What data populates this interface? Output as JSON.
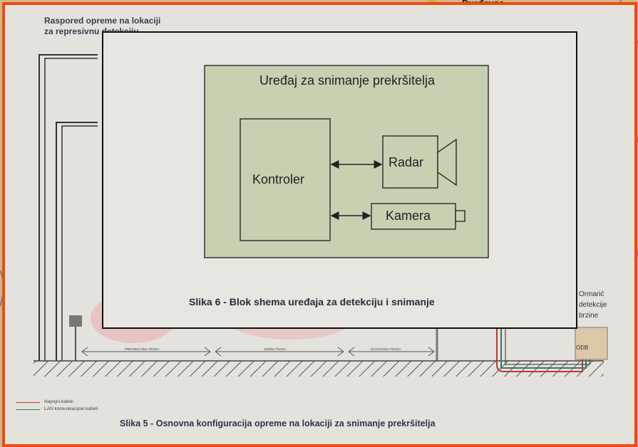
{
  "background_map": {
    "place_label": "Đurđevac"
  },
  "back_figure": {
    "title_lines": [
      "Raspored opreme na lokaciji",
      "za represivnu detekciju"
    ],
    "lanes": [
      "PRETJECAJNA TRAKA",
      "VOZNA TRAKA",
      "ZAUSTAVNA TRAKA"
    ],
    "right_text": [
      "Ormarić",
      "detekcije",
      "brzine"
    ],
    "cabinet_label": "ODB",
    "legend": [
      {
        "label": "Napojni kabeli",
        "color": "#c0392b"
      },
      {
        "label": "LAN komunikacijski kabeli",
        "color": "#2e7d6b"
      }
    ],
    "caption": "Slika 5 - Osnovna konfiguracija opreme na lokaciji za snimanje prekršitelja"
  },
  "block_diagram": {
    "title": "Uređaj za snimanje prekršitelja",
    "controller_label": "Kontroler",
    "radar_label": "Radar",
    "camera_label": "Kamera",
    "caption": "Slika 6 - Blok shema uređaja za detekciju i snimanje"
  },
  "colors": {
    "frame": "#f04a10",
    "diagram_fill": "#c8d0b2",
    "page": "#e4e2dc"
  }
}
